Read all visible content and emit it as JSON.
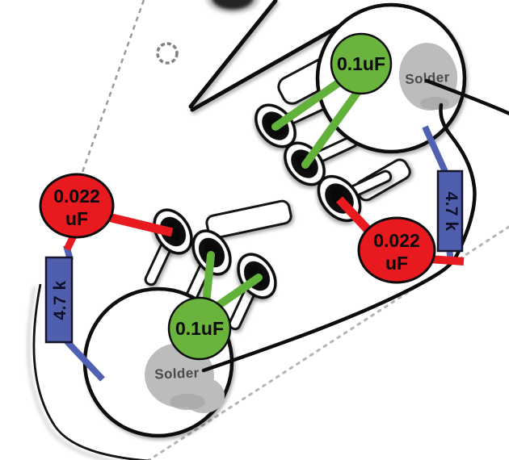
{
  "labels": {
    "cap_top": "0.1uF",
    "cap_bottom": "0.1uF",
    "cap_left_line1": "0.022",
    "cap_left_line2": "uF",
    "cap_right_line1": "0.022",
    "cap_right_line2": "uF",
    "resistor_left": "4.7 k",
    "resistor_right": "4.7 k",
    "solder_top": "Solder",
    "solder_bottom": "Solder"
  },
  "colors": {
    "capacitor_green": "#6ab33c",
    "capacitor_red": "#e8191f",
    "resistor_blue": "#4f5fae",
    "wire_black": "#0d0d0d",
    "solder_gray": "#bcbcbc",
    "outline_gray_dashed": "#9a9a9a"
  },
  "components": {
    "potentiometers": 2,
    "treble_bleed_resistors": "4.7 k",
    "tone_capacitors": [
      "0.022 uF",
      "0.022 uF"
    ],
    "bypass_capacitors": [
      "0.1uF",
      "0.1uF"
    ],
    "solder_points": 2
  }
}
